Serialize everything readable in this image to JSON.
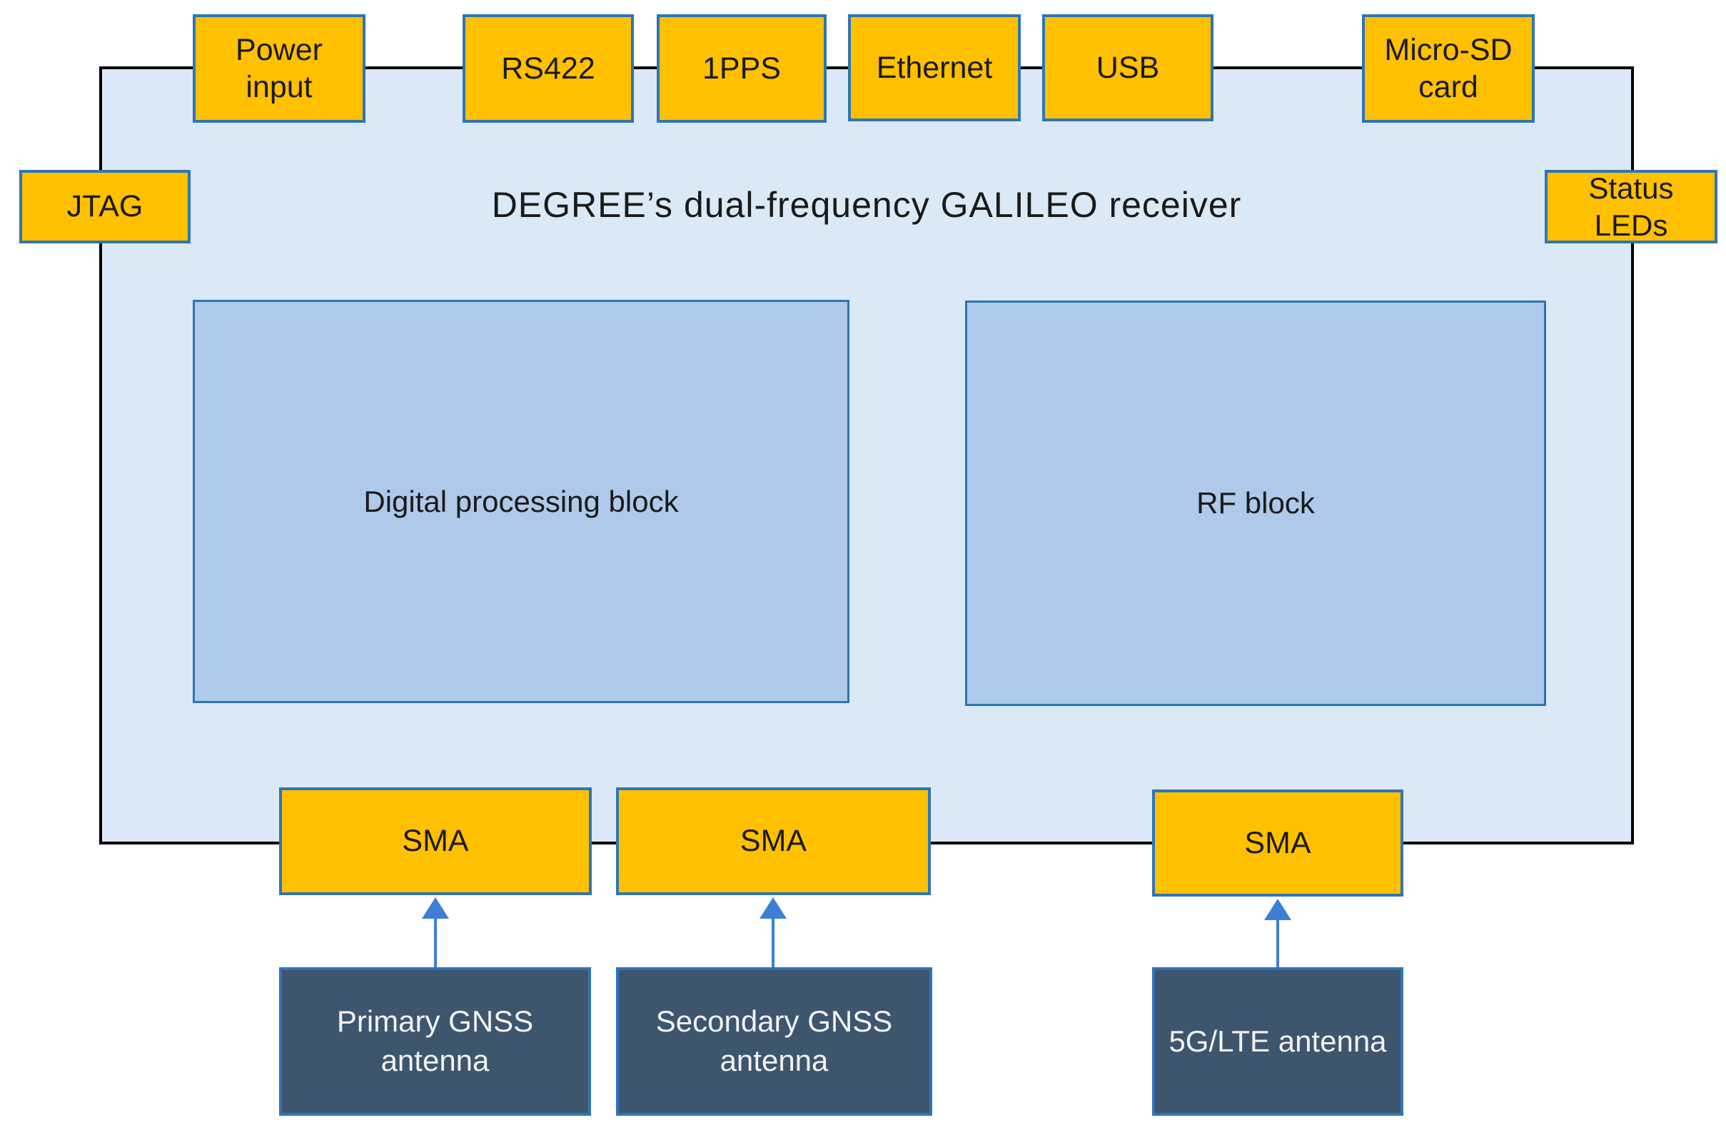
{
  "diagram": {
    "title": "DEGREE’s dual-frequency GALILEO receiver",
    "ports": {
      "power_input": "Power input",
      "rs422": "RS422",
      "pps": "1PPS",
      "ethernet": "Ethernet",
      "usb": "USB",
      "microsd": "Micro-SD card",
      "jtag": "JTAG",
      "status_leds": "Status LEDs",
      "sma_primary": "SMA",
      "sma_secondary": "SMA",
      "sma_lte": "SMA"
    },
    "blocks": {
      "digital": "Digital processing block",
      "rf": "RF block"
    },
    "antennas": {
      "primary": "Primary GNSS antenna",
      "secondary": "Secondary GNSS antenna",
      "lte": "5G/LTE antenna"
    },
    "colors": {
      "port_fill": "#FFC000",
      "port_border": "#2E75B6",
      "board_fill": "#DBE9F6",
      "board_border": "#000000",
      "block_fill": "#AEC9EA",
      "antenna_fill": "#3D566E",
      "antenna_text": "#F2F2F2",
      "arrow": "#3E7FD6",
      "text": "#1A1A1A"
    }
  }
}
